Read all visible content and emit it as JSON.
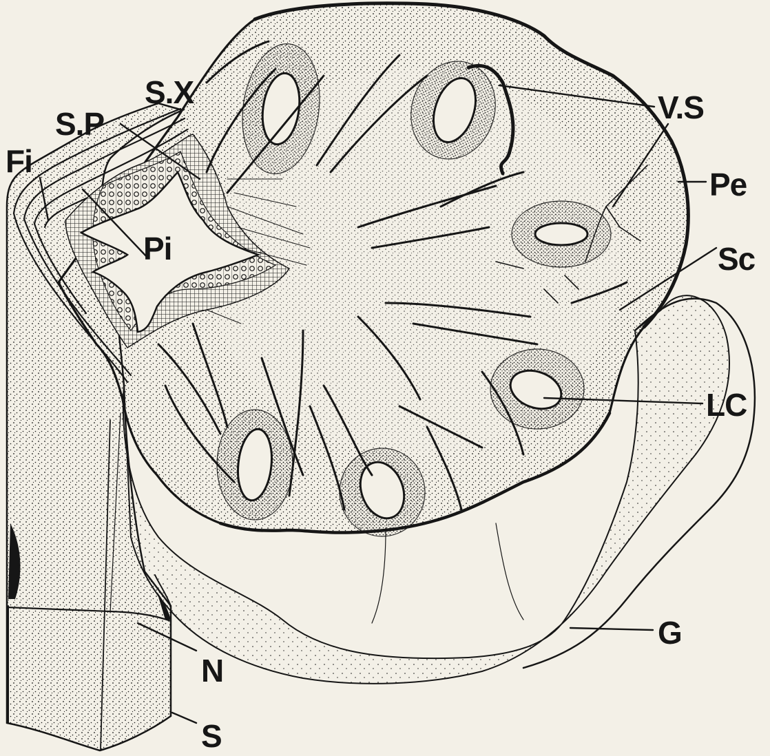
{
  "figure": {
    "background": "#f3f0e7",
    "ink": "#161616",
    "labels": {
      "sx": "S.X",
      "sp": "S.P",
      "fi": "Fi",
      "pi": "Pi",
      "vs": "V.S",
      "pe": "Pe",
      "sc": "Sc",
      "lc": "LC",
      "g": "G",
      "n": "N",
      "s": "S"
    }
  }
}
